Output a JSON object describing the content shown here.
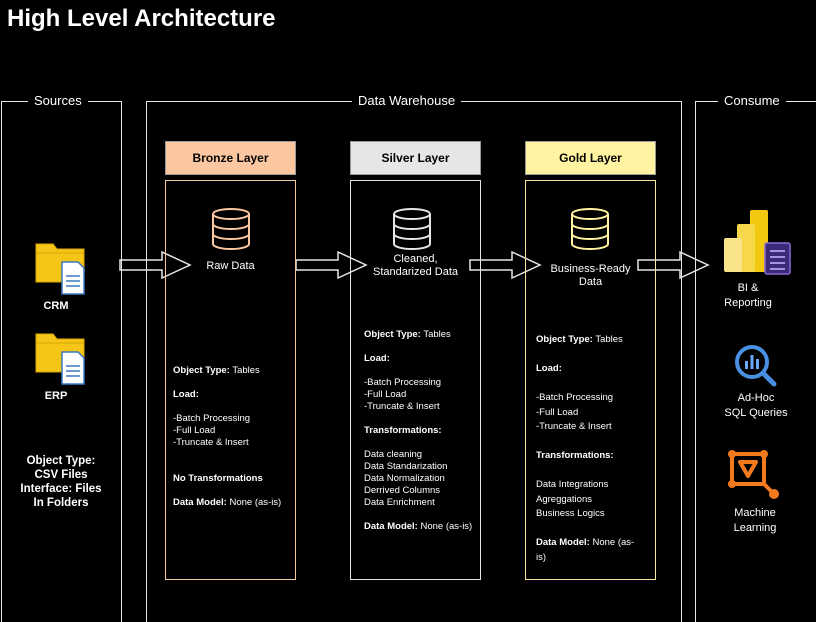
{
  "title": "High Level Architecture",
  "groups": {
    "sources": "Sources",
    "warehouse": "Data Warehouse",
    "consume": "Consume"
  },
  "sources": {
    "items": [
      {
        "label": "CRM",
        "icon": "folder-file-icon"
      },
      {
        "label": "ERP",
        "icon": "folder-file-icon"
      }
    ],
    "info": [
      "Object Type:",
      "CSV Files",
      "Interface: Files",
      "In Folders"
    ]
  },
  "layers": [
    {
      "name": "Bronze Layer",
      "color": "#fbc7a0",
      "border": "#f5c79a",
      "caption": [
        "Raw Data"
      ],
      "object_type_label": "Object Type:",
      "object_type": "Tables",
      "load_label": "Load:",
      "load": [
        "-Batch Processing",
        "-Full Load",
        "-Truncate & Insert"
      ],
      "transform_label": "No Transformations",
      "transforms": [],
      "model_label": "Data Model:",
      "model": "None (as-is)"
    },
    {
      "name": "Silver Layer",
      "color": "#e6e6e6",
      "border": "#e6e6e6",
      "caption": [
        "Cleaned,",
        "Standarized Data"
      ],
      "object_type_label": "Object Type:",
      "object_type": "Tables",
      "load_label": "Load:",
      "load": [
        "-Batch Processing",
        "-Full Load",
        "-Truncate & Insert"
      ],
      "transform_label": "Transformations:",
      "transforms": [
        "Data cleaning",
        "Data Standarization",
        "Data Normalization",
        "Derrived Columns",
        "Data Enrichment"
      ],
      "model_label": "Data Model:",
      "model": "None (as-is)"
    },
    {
      "name": "Gold Layer",
      "color": "#fff2a0",
      "border": "#f7e8a0",
      "caption": [
        "Business-Ready",
        "Data"
      ],
      "object_type_label": "Object Type:",
      "object_type": "Tables",
      "load_label": "Load:",
      "load": [
        "-Batch Processing",
        "-Full Load",
        "-Truncate & Insert"
      ],
      "transform_label": "Transformations:",
      "transforms": [
        "Data Integrations",
        "Agreggations",
        "Business Logics"
      ],
      "model_label": "Data Model:",
      "model_lines": [
        "None (as-",
        "is)"
      ]
    }
  ],
  "consume": [
    {
      "label": [
        "BI &",
        "Reporting"
      ],
      "icon": "power-bi-icon"
    },
    {
      "label": [
        "Ad-Hoc",
        "SQL Queries"
      ],
      "icon": "bigquery-icon"
    },
    {
      "label": [
        "Machine",
        "Learning"
      ],
      "icon": "machine-learning-icon"
    }
  ]
}
